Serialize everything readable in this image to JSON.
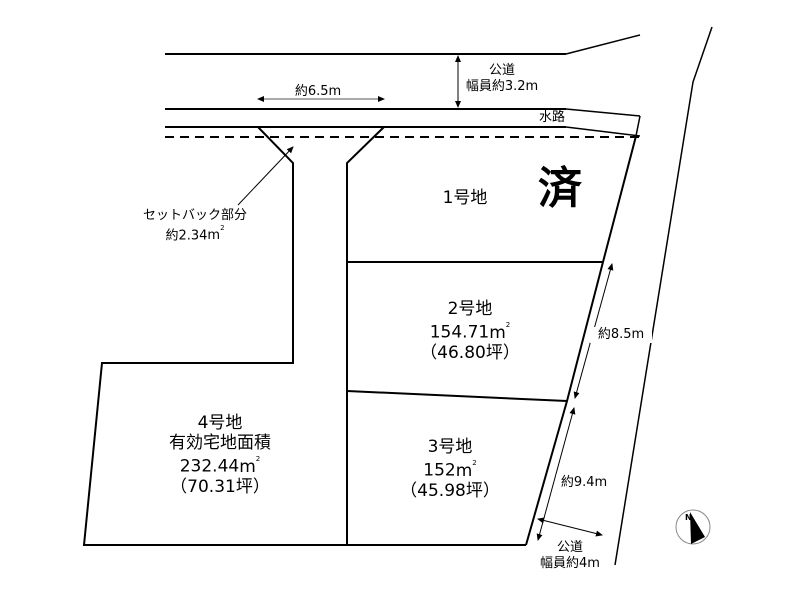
{
  "plan": {
    "type": "subdivision-lot-plan",
    "sold_mark": "済",
    "roads": {
      "north": {
        "label_line1": "公道",
        "label_line2": "幅員約3.2m"
      },
      "east": {
        "label_line1": "公道",
        "label_line2": "幅員約4m"
      },
      "waterway": "水路"
    },
    "dimensions": {
      "access_width": "約6.5m",
      "lot2_frontage": "約8.5m",
      "lot3_frontage": "約9.4m"
    },
    "setback": {
      "label_line1": "セットバック部分",
      "label_line2": "約2.34",
      "unit": "m",
      "unit_sup": "2"
    },
    "lots": [
      {
        "id": "1",
        "name": "1号地",
        "status": "sold"
      },
      {
        "id": "2",
        "name": "2号地",
        "area_value": "154.71",
        "area_unit": "m",
        "area_sup": "2",
        "tsubo": "（46.80坪）"
      },
      {
        "id": "3",
        "name": "3号地",
        "area_value": "152",
        "area_unit": "m",
        "area_sup": "2",
        "tsubo": "（45.98坪）"
      },
      {
        "id": "4",
        "name": "4号地",
        "subtitle": "有効宅地面積",
        "area_value": "232.44",
        "area_unit": "m",
        "area_sup": "2",
        "tsubo": "（70.31坪）"
      }
    ],
    "compass": {
      "label": "N"
    }
  }
}
